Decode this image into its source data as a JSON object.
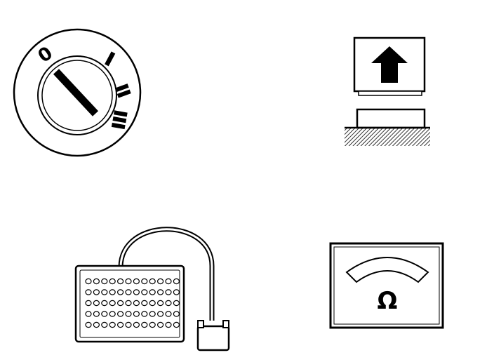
{
  "symbols": {
    "ignition_switch": {
      "icon": "ignition-key-switch-icon",
      "positions": [
        "0",
        "I",
        "II",
        "III"
      ]
    },
    "push_button": {
      "icon": "push-button-arrow-up-icon"
    },
    "connector_box": {
      "icon": "test-box-connector-icon",
      "socket_rows": 5,
      "sockets_per_row": 12
    },
    "ohmmeter": {
      "icon": "ohmmeter-icon",
      "unit_symbol": "Ω"
    }
  }
}
